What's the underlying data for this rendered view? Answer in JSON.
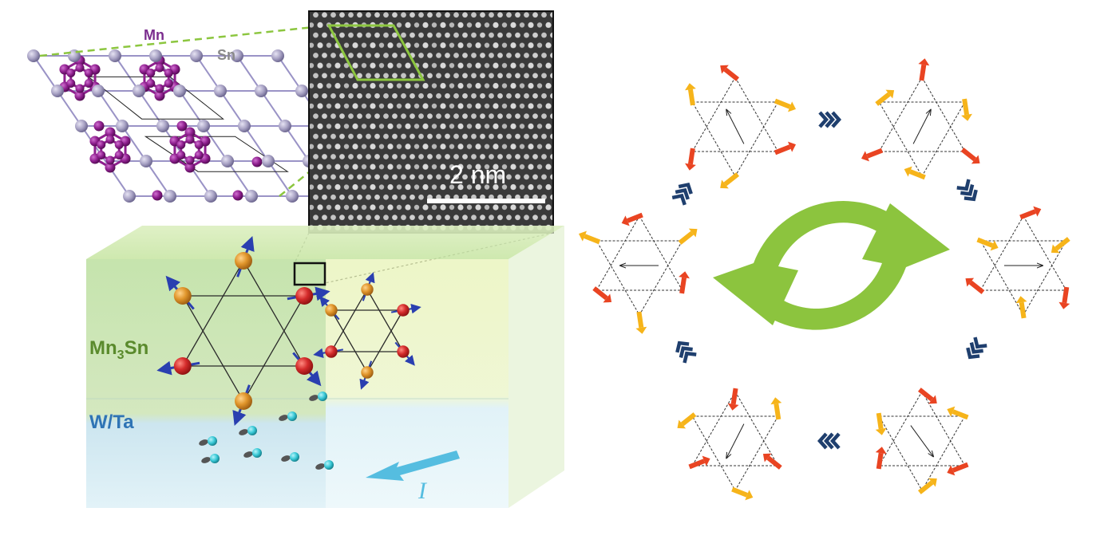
{
  "labels": {
    "mn": "Mn",
    "sn": "Sn",
    "scale_bar": "2 nm",
    "mn3sn_prefix": "Mn",
    "mn3sn_sub": "3",
    "mn3sn_suffix": "Sn",
    "wta": "W/Ta",
    "current": "I"
  },
  "colors": {
    "mn_atom": "#8e1f8e",
    "sn_atom": "#a8a2c4",
    "green_outline": "#8cc63f",
    "green_arrow": "#8cc43e",
    "label_purple": "#7b2d8e",
    "label_gray": "#8a8a8a",
    "label_green": "#5a8a2c",
    "label_blue": "#2f74b5",
    "red_atom": "#d42b2b",
    "orange_atom": "#e0952b",
    "spin_blue": "#2a3fb0",
    "cyan_electron": "#38c8d6",
    "current_arrow": "#55bde0",
    "red_arrow": "#e94422",
    "yellow_arrow": "#f6b41a",
    "chevron": "#1f3f6e"
  },
  "icons": {
    "cycle": "circular-arrows-icon",
    "chevron": "chevron-icon",
    "current": "current-arrow-icon"
  }
}
